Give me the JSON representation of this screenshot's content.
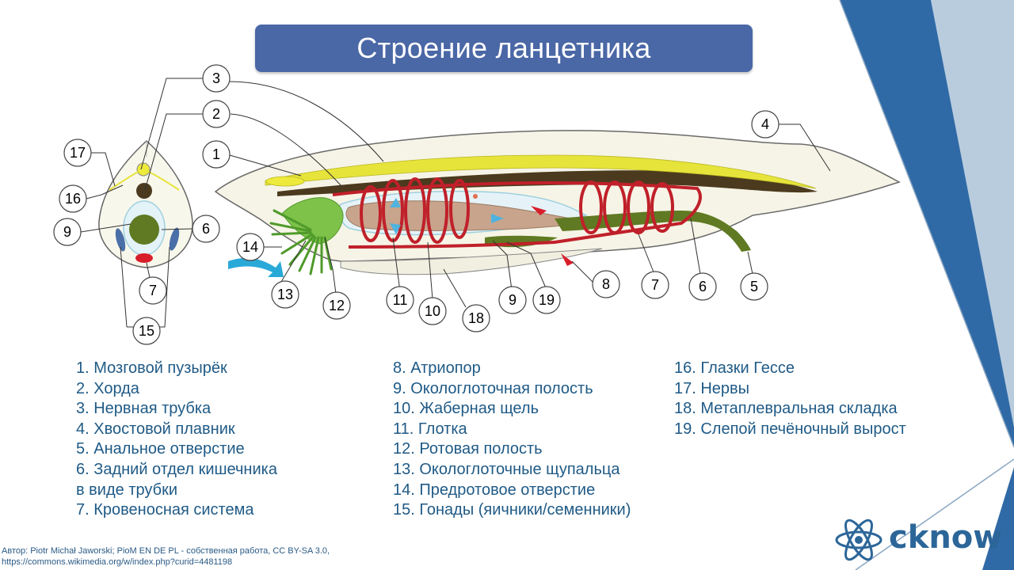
{
  "title": "Строение ланцетника",
  "callouts": [
    "1",
    "2",
    "3",
    "4",
    "5",
    "6",
    "7",
    "8",
    "9",
    "10",
    "11",
    "12",
    "13",
    "14",
    "15",
    "16",
    "17",
    "18",
    "19"
  ],
  "legend": {
    "col1": [
      "1. Мозговой пузырёк",
      "2. Хорда",
      "3. Нервная трубка",
      "4. Хвостовой плавник",
      "5. Анальное отверстие",
      "6. Задний отдел кишечника",
      "в виде трубки",
      "7. Кровеносная система"
    ],
    "col2": [
      "8. Атриопор",
      "9. Окологлоточная полость",
      "10. Жаберная щель",
      "11. Глотка",
      "12. Ротовая полость",
      "13. Окологлоточные щупальца",
      "14. Предротовое отверстие",
      "15. Гонады (яичники/семенники)"
    ],
    "col3": [
      "16. Глазки Гессе",
      "17. Нервы",
      "18. Метаплевральная складка",
      "19. Слепой печёночный вырост"
    ]
  },
  "credit": {
    "line1": "Автор: Piotr Michał Jaworski; PioM EN DE PL - собственная работа, CC BY-SA 3.0,",
    "line2": "https://commons.wikimedia.org/w/index.php?curid=4481198"
  },
  "logo": {
    "text": "cknow",
    "icon": "atom-icon"
  },
  "colors": {
    "banner": "#4a67a6",
    "legend_text": "#1f5a86",
    "blood_system": "#c0202a",
    "nerve_tube": "#e6e43a",
    "chord": "#4b3a1e",
    "gut": "#5f7a22",
    "mouth": "#7ec24a",
    "body": "#f6f4e6",
    "deco_dark": "#2f6aa6",
    "deco_light": "#b9ccde"
  }
}
